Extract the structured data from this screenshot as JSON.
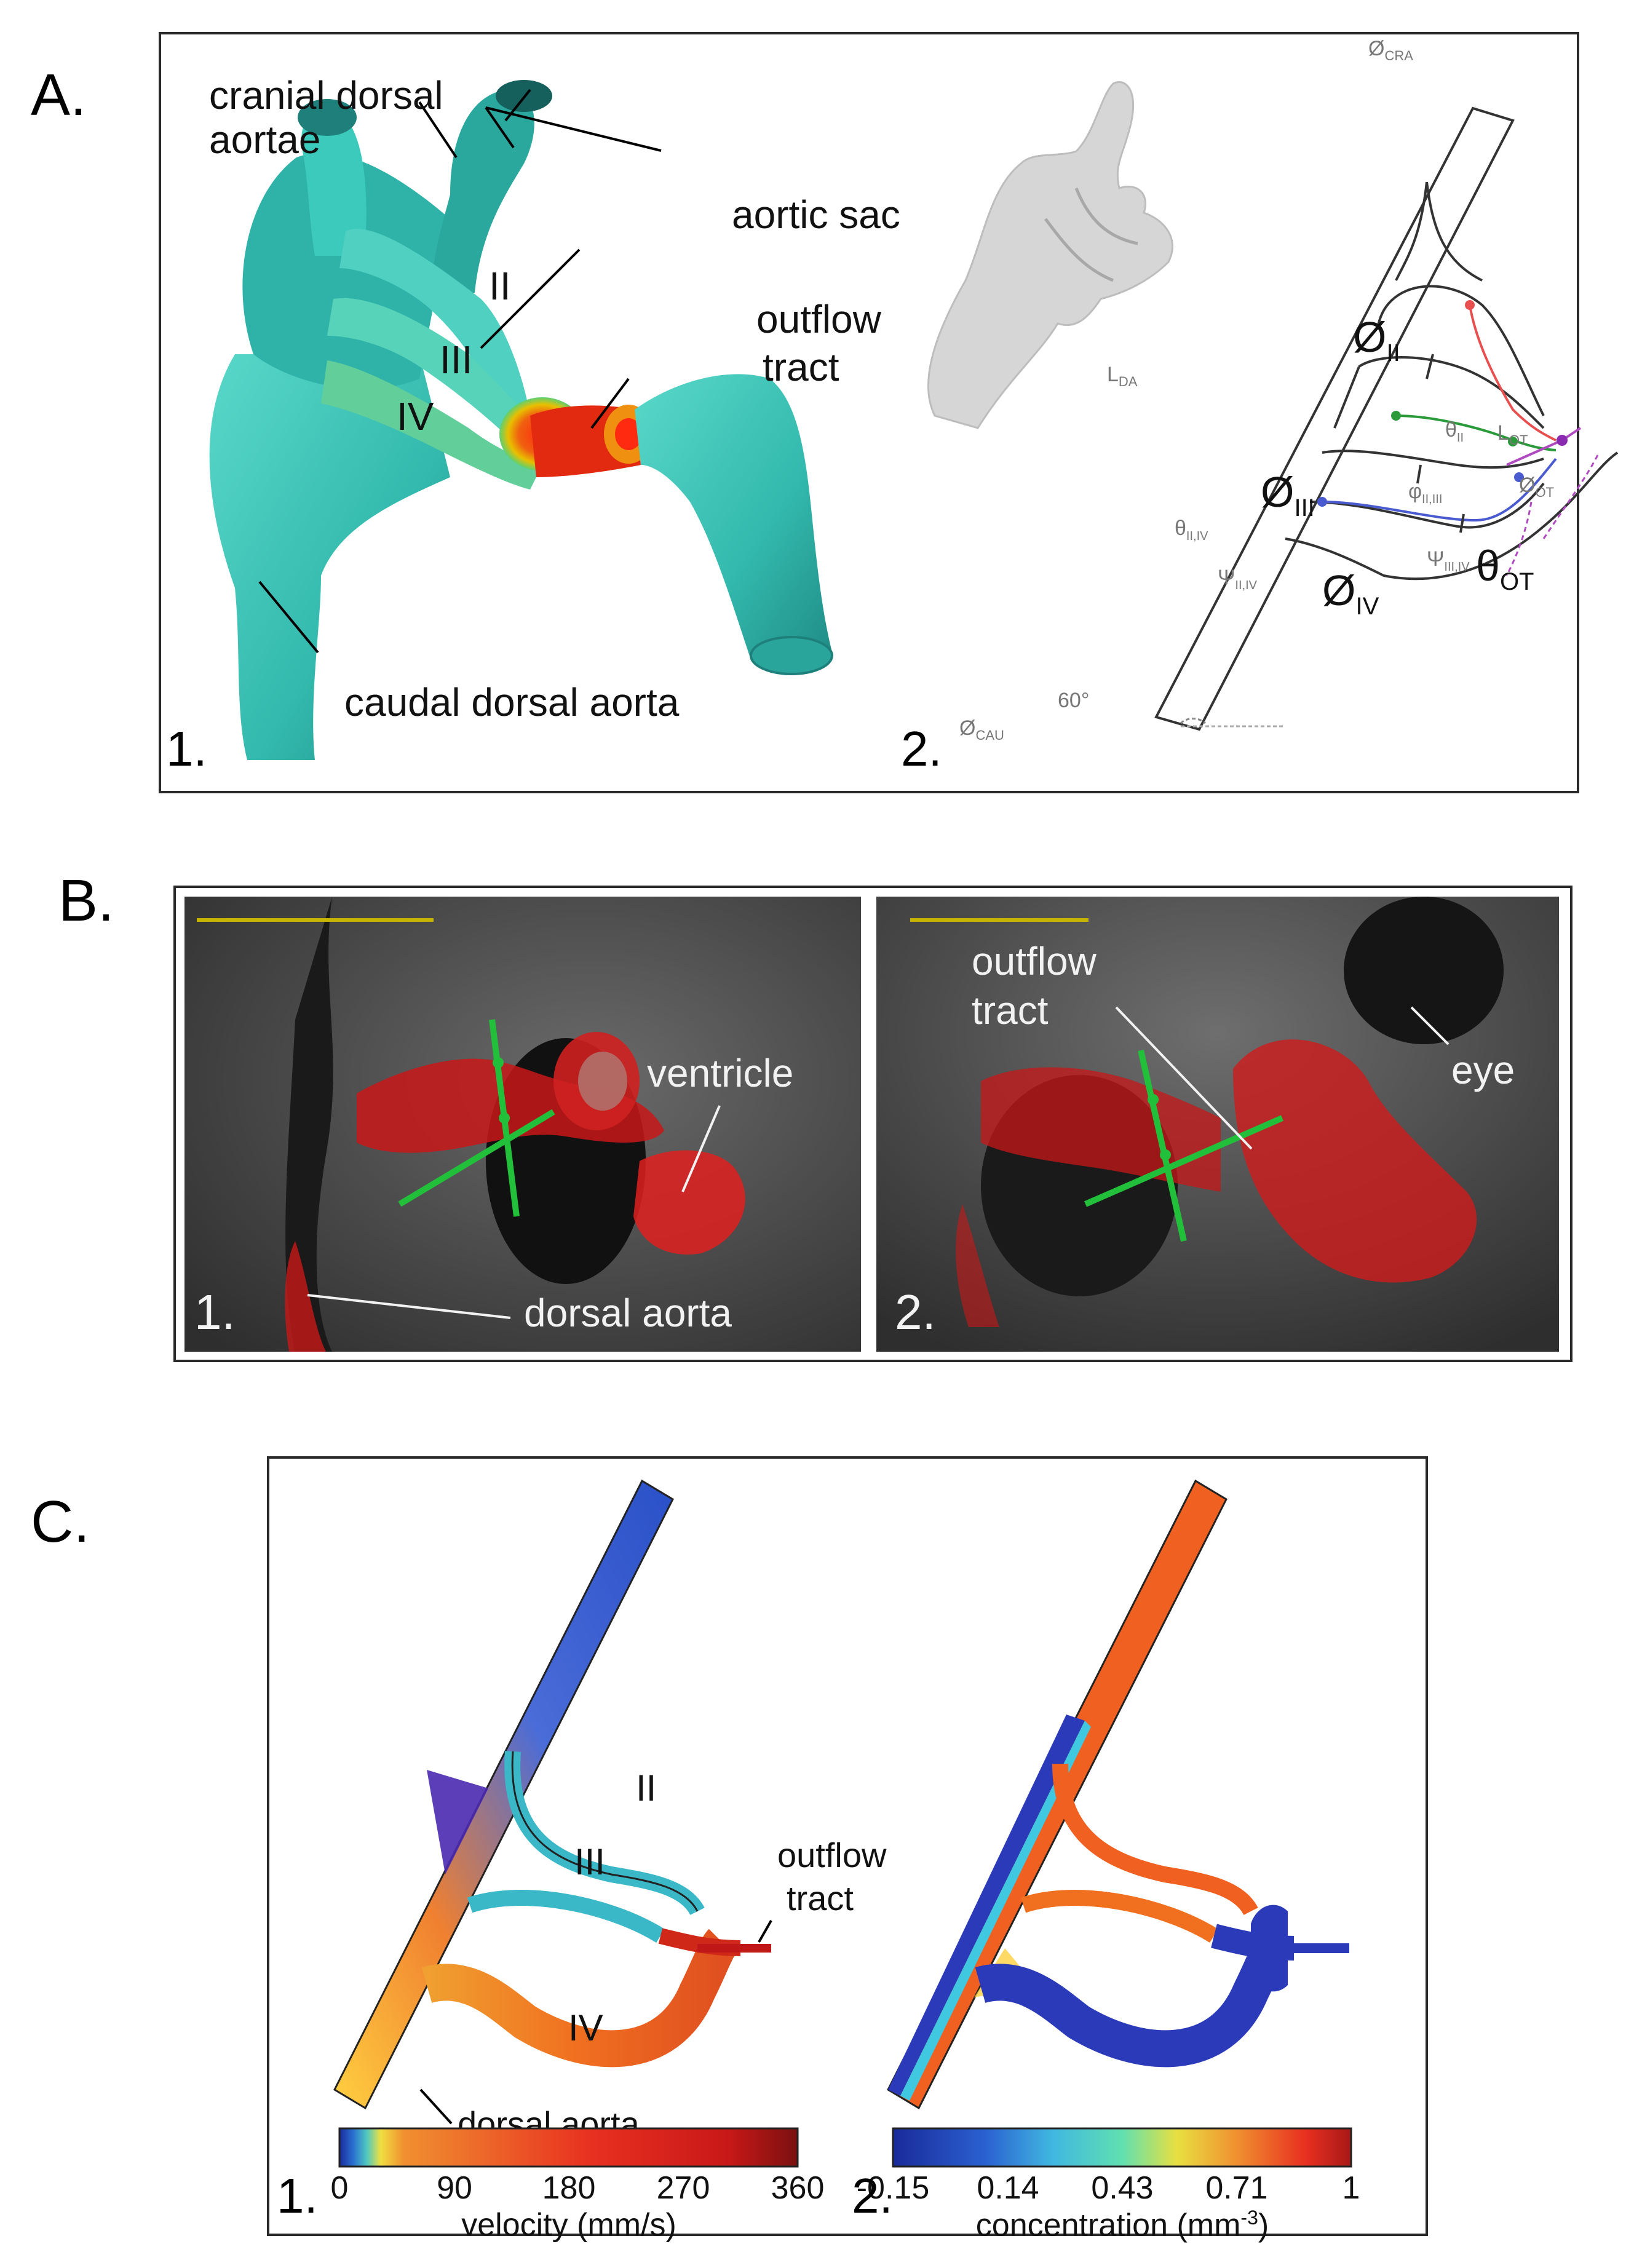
{
  "panel_a": {
    "letter": "A.",
    "sub1_num": "1.",
    "sub2_num": "2.",
    "labels": {
      "cranial_dorsal_aortae_1": "cranial dorsal",
      "cranial_dorsal_aortae_2": "aortae",
      "aortic_sac": "aortic sac",
      "outflow_1": "outflow",
      "outflow_2": "tract",
      "ii": "II",
      "iii": "III",
      "iv": "IV",
      "caudal_dorsal_aorta": "caudal dorsal aorta"
    },
    "schematic": {
      "d_cra": "Ø",
      "d_cra_sub": "CRA",
      "l_da": "L",
      "l_da_sub": "DA",
      "d_ii": "Ø",
      "d_ii_sub": "II",
      "d_iii": "Ø",
      "d_iii_sub": "III",
      "d_iv": "Ø",
      "d_iv_sub": "IV",
      "theta": "θ",
      "theta_sub": "OT",
      "l_ot": "L",
      "l_ot_sub": "OT",
      "d_ot": "Ø",
      "d_ot_sub": "OT",
      "d_cau": "Ø",
      "d_cau_sub": "CAU",
      "angle": "60°",
      "psi_iv": "Ψ",
      "psi_iv_sub": "II,IV",
      "psi_iiiiv": "Ψ",
      "psi_iiiiv_sub": "III,IV",
      "psi_iiiii": "φ",
      "psi_iiiii_sub": "II,III",
      "theta_iv": "θ",
      "theta_iv_sub": "II,IV",
      "theta_ii": "θ",
      "theta_ii_sub": "II"
    }
  },
  "panel_b": {
    "letter": "B.",
    "sub1_num": "1.",
    "sub2_num": "2.",
    "labels": {
      "ventricle": "ventricle",
      "dorsal_aorta": "dorsal aorta",
      "outflow_1": "outflow",
      "outflow_2": "tract",
      "eye": "eye"
    }
  },
  "panel_c": {
    "letter": "C.",
    "sub1_num": "1.",
    "sub2_num": "2.",
    "labels": {
      "ii": "II",
      "iii": "III",
      "iv": "IV",
      "outflow_1": "outflow",
      "outflow_2": "tract",
      "dorsal_aorta": "dorsal aorta"
    },
    "colorbar1": {
      "ticks": [
        "0",
        "90",
        "180",
        "270",
        "360"
      ],
      "label": "velocity (mm/s)"
    },
    "colorbar2": {
      "ticks": [
        "-0.15",
        "0.14",
        "0.43",
        "0.71",
        "1"
      ],
      "label": "concentration (mm",
      "label_sup": "-3",
      "label_end": ")"
    }
  },
  "colors": {
    "teal": "#3fc4b8",
    "red": "#e01515",
    "green": "#22c03a",
    "blue_schematic": "#4a5bd0",
    "pink_schematic": "#e85050",
    "magenta": "#b04ac0",
    "scale_bar": "#c8b400"
  }
}
